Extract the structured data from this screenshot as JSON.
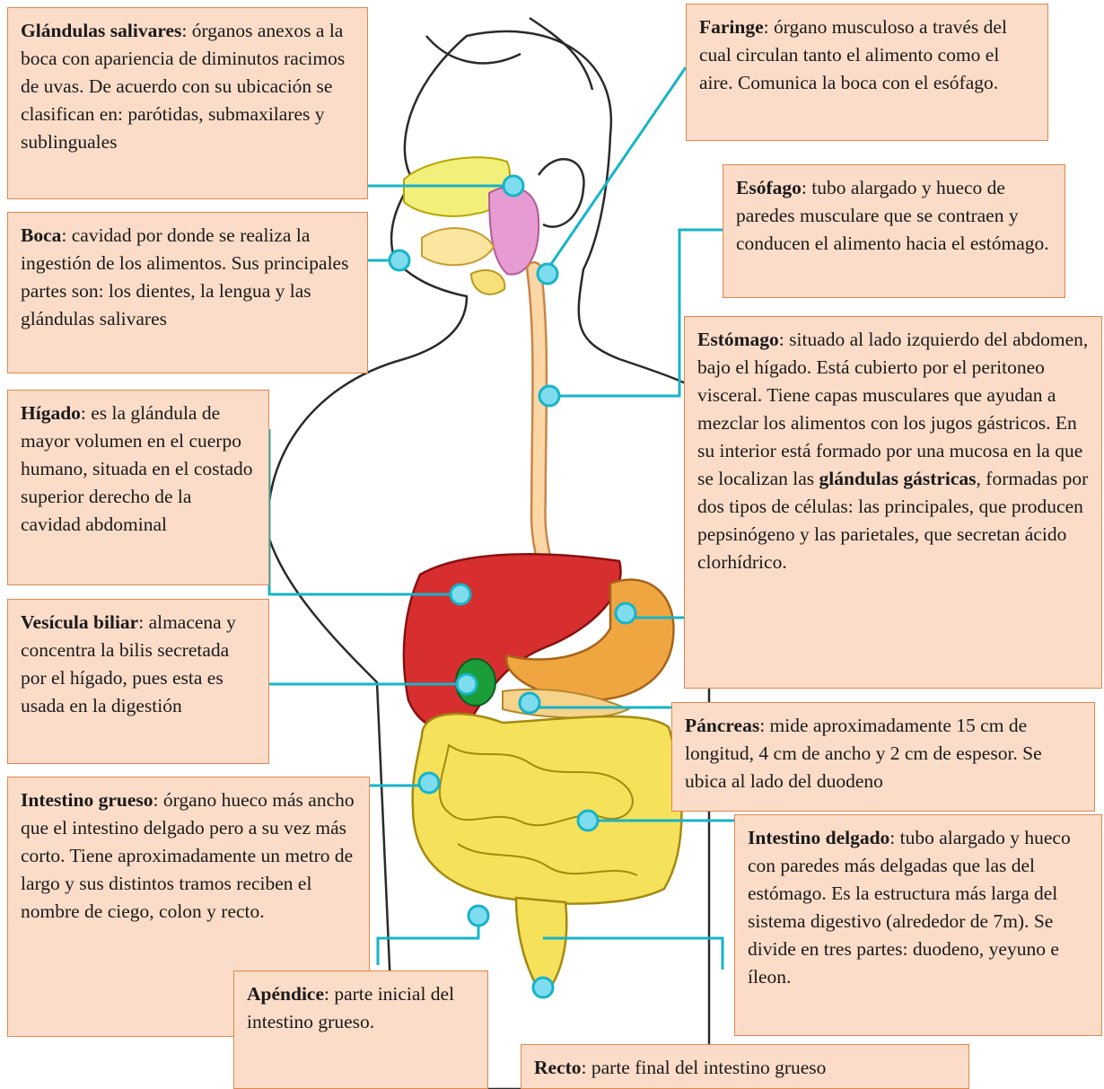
{
  "colors": {
    "box_fill": "#fbdcc8",
    "box_border": "#e0874a",
    "leader_line": "#17b4c8",
    "marker": "#7fdcef"
  },
  "labels": {
    "glandulas_salivares": {
      "term": "Glándulas salivares",
      "text": ": órganos anexos a la boca con apariencia de diminutos racimos de uvas. De acuerdo con su ubicación se clasifican en: parótidas, submaxilares y sublinguales"
    },
    "boca": {
      "term": "Boca",
      "text": ": cavidad por donde se realiza la ingestión de los alimentos. Sus principales partes son: los dientes, la lengua y las glándulas salivares"
    },
    "higado": {
      "term": "Hígado",
      "text": ": es la glándula de mayor volumen en el cuerpo humano, situada en el costado superior derecho de la cavidad abdominal"
    },
    "vesicula_biliar": {
      "term": "Vesícula biliar",
      "text": ": almacena y concentra la bilis secretada por el hígado, pues esta es usada en la digestión"
    },
    "intestino_grueso": {
      "term": "Intestino grueso",
      "text": ": órgano hueco más ancho que el intestino delgado pero a su vez más corto. Tiene aproximadamente un metro de largo y sus distintos tramos reciben el nombre de ciego, colon y recto."
    },
    "apendice": {
      "term": "Apéndice",
      "text": ": parte inicial del intestino grueso."
    },
    "faringe": {
      "term": "Faringe",
      "text": ": órgano musculoso a través del cual circulan tanto el alimento como el aire. Comunica la boca con el esófago."
    },
    "esofago": {
      "term": "Esófago",
      "text": ": tubo alargado y hueco de paredes musculare que se contraen y conducen el alimento hacia el estómago."
    },
    "estomago": {
      "term": "Estómago",
      "text": ": situado al lado izquierdo del abdomen, bajo el hígado. Está cubierto por el peritoneo visceral. Tiene capas musculares que ayudan a mezclar los alimentos con los jugos gástricos. En su interior está formado por una mucosa en la que se localizan las ",
      "term2": "glándulas gástricas",
      "text2": ", formadas por dos tipos de células: las principales, que producen pepsinógeno y las parietales, que secretan ácido clorhídrico."
    },
    "pancreas": {
      "term": "Páncreas",
      "text": ": mide aproximadamente 15 cm de longitud, 4 cm de ancho y 2 cm de espesor. Se ubica al lado del duodeno"
    },
    "intestino_delgado": {
      "term": "Intestino delgado",
      "text": ": tubo alargado y hueco con paredes más delgadas que las del estómago. Es la estructura más larga del sistema digestivo (alrededor de 7m). Se divide en tres partes: duodeno, yeyuno e íleon."
    },
    "recto": {
      "term": "Recto",
      "text": ": parte final del intestino grueso"
    }
  }
}
